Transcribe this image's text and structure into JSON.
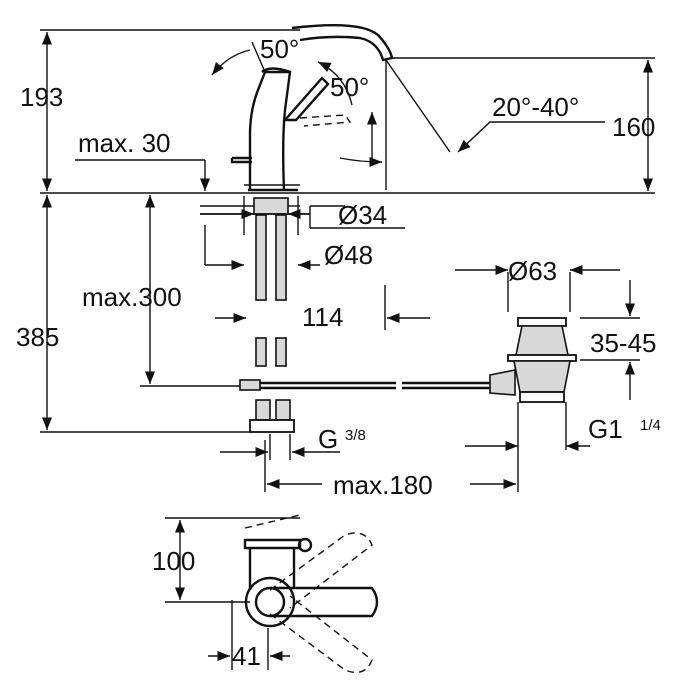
{
  "dimensions": {
    "height_top": "193",
    "angle_lever_a": "50°",
    "angle_lever_b": "50°",
    "spout_swivel": "20°-40°",
    "height_spout": "160",
    "max_deck": "max. 30",
    "dia_shank": "Ø34",
    "dia_base": "Ø48",
    "max_hose": "max.300",
    "spout_offset": "114",
    "dia_waste": "Ø63",
    "height_total": "385",
    "waste_range": "35-45",
    "connection_g": "G",
    "connection_g_fraction": "3/8",
    "waste_thread": "G1",
    "waste_thread_fraction": "1/4",
    "max_rod": "max.180",
    "plan_depth": "100",
    "plan_width": "41"
  }
}
